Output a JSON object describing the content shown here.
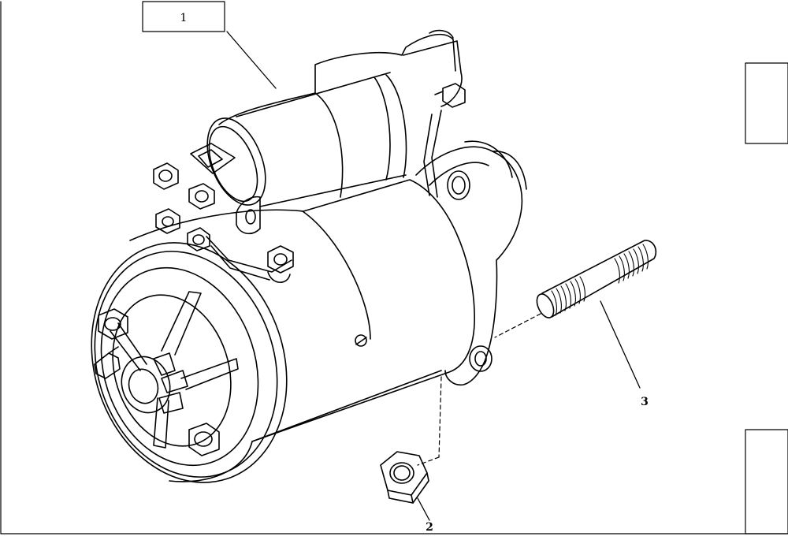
{
  "diagram": {
    "callouts": [
      {
        "id": "1",
        "label": "1"
      },
      {
        "id": "2",
        "label": "2"
      },
      {
        "id": "3",
        "label": "3"
      }
    ],
    "parts": [
      {
        "callout": "1",
        "icon": "starter-motor-icon"
      },
      {
        "callout": "2",
        "icon": "hex-nut-icon"
      },
      {
        "callout": "3",
        "icon": "threaded-stud-icon"
      }
    ],
    "colors": {
      "line": "#000000",
      "background": "#ffffff"
    }
  }
}
